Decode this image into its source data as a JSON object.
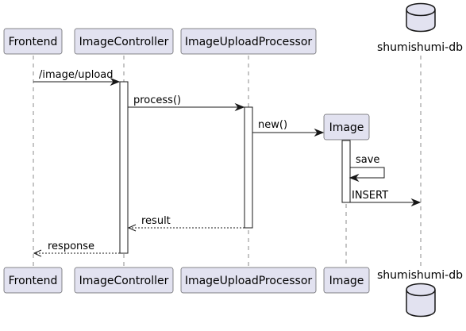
{
  "participants": {
    "frontend": "Frontend",
    "image_controller": "ImageController",
    "image_upload_processor": "ImageUploadProcessor",
    "image": "Image",
    "database": "shumishumi-db"
  },
  "messages": {
    "upload": "/image/upload",
    "process": "process()",
    "new": "new()",
    "save": "save",
    "insert": "INSERT",
    "result": "result",
    "response": "response"
  }
}
